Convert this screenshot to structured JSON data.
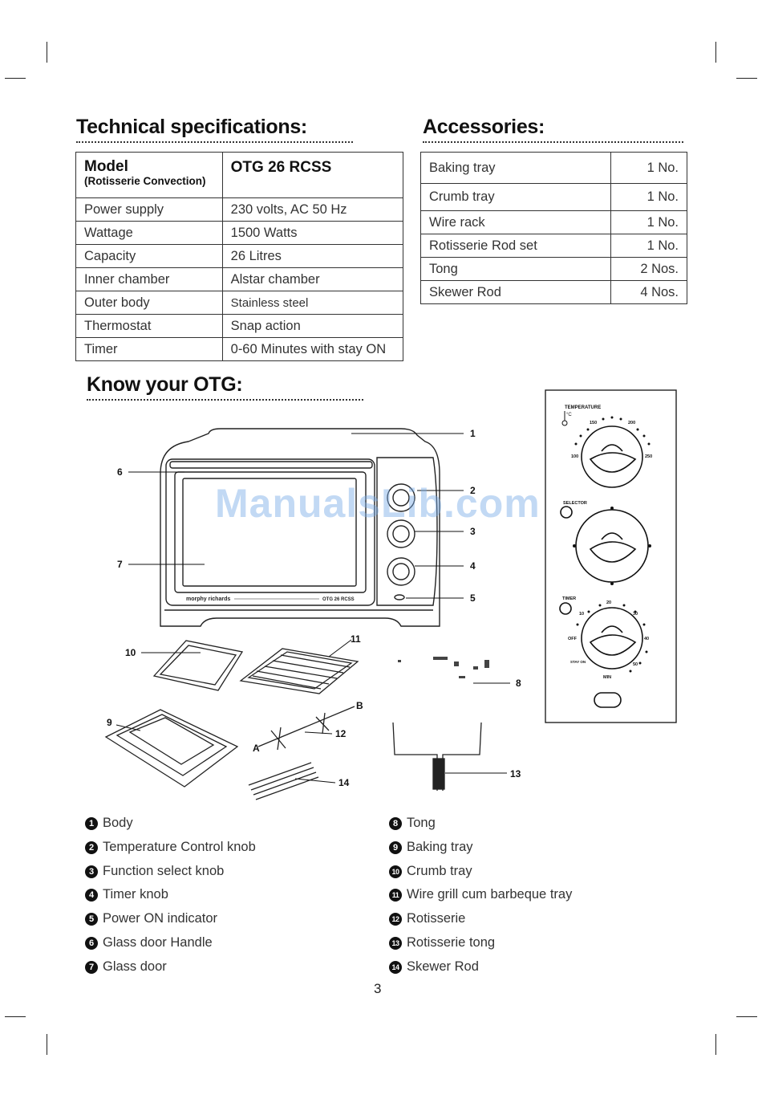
{
  "tech": {
    "title": "Technical specifications:",
    "model_label": "Model",
    "model_sub": "(Rotisserie Convection)",
    "model_value": "OTG 26 RCSS",
    "rows": [
      {
        "label": "Power supply",
        "value": "230 volts, AC 50 Hz"
      },
      {
        "label": "Wattage",
        "value": "1500 Watts"
      },
      {
        "label": "Capacity",
        "value": "26 Litres"
      },
      {
        "label": "Inner chamber",
        "value": "Alstar chamber"
      },
      {
        "label": "Outer body",
        "value": "Stainless steel"
      },
      {
        "label": "Thermostat",
        "value": "Snap action"
      },
      {
        "label": "Timer",
        "value": "0-60 Minutes with stay ON"
      }
    ]
  },
  "accessories": {
    "title": "Accessories:",
    "rows": [
      {
        "item": "Baking tray",
        "qty": "1 No."
      },
      {
        "item": "Crumb tray",
        "qty": "1 No."
      },
      {
        "item": "Wire rack",
        "qty": "1 No."
      },
      {
        "item": "Rotisserie Rod set",
        "qty": "1 No."
      },
      {
        "item": "Tong",
        "qty": "2 Nos."
      },
      {
        "item": "Skewer Rod",
        "qty": "4 Nos."
      }
    ]
  },
  "know": {
    "title": "Know your OTG:"
  },
  "diagram": {
    "callouts": [
      "1",
      "2",
      "3",
      "4",
      "5",
      "6",
      "7",
      "8",
      "9",
      "10",
      "11",
      "12",
      "13",
      "14",
      "A",
      "B"
    ],
    "brand": "morphy richards",
    "model_plate": "OTG 26 RCSS",
    "panel": {
      "temperature_label": "TEMPERATURE",
      "temp_unit": "°C",
      "temp_marks": [
        "100",
        "150",
        "200",
        "250"
      ],
      "selector_label": "SELECTOR",
      "timer_label": "TIMER",
      "timer_marks": [
        "OFF",
        "10",
        "20",
        "30",
        "40",
        "50"
      ],
      "stay_on": "STAY ON",
      "min_label": "MIN"
    }
  },
  "legend": {
    "left": [
      {
        "num": "1",
        "text": "Body"
      },
      {
        "num": "2",
        "text": "Temperature Control knob"
      },
      {
        "num": "3",
        "text": "Function select knob"
      },
      {
        "num": "4",
        "text": "Timer knob"
      },
      {
        "num": "5",
        "text": "Power ON indicator"
      },
      {
        "num": "6",
        "text": "Glass door Handle"
      },
      {
        "num": "7",
        "text": "Glass door"
      }
    ],
    "right": [
      {
        "num": "8",
        "text": "Tong"
      },
      {
        "num": "9",
        "text": "Baking tray"
      },
      {
        "num": "10",
        "text": "Crumb tray"
      },
      {
        "num": "11",
        "text": "Wire grill cum barbeque tray"
      },
      {
        "num": "12",
        "text": "Rotisserie"
      },
      {
        "num": "13",
        "text": "Rotisserie tong"
      },
      {
        "num": "14",
        "text": "Skewer Rod"
      }
    ]
  },
  "page_number": "3",
  "watermark": "ManualsLib.com"
}
